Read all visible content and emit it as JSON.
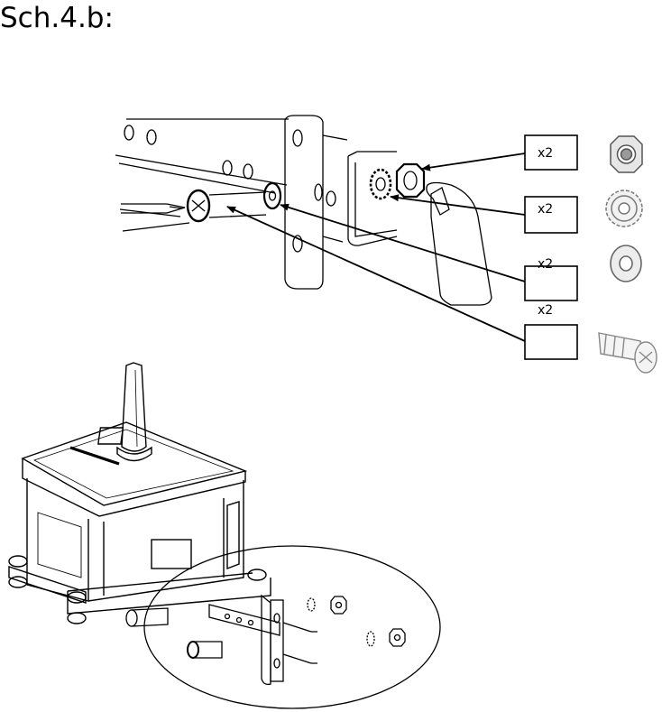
{
  "page": {
    "title": "Sch.4.b:"
  },
  "parts": [
    {
      "name": "nut-icon",
      "quantity": "x2"
    },
    {
      "name": "star-washer-icon",
      "quantity": "x2"
    },
    {
      "name": "flat-washer-icon",
      "quantity": "x2"
    },
    {
      "name": "screw-icon",
      "quantity": "x2"
    }
  ],
  "colors": {
    "line": "#000000",
    "background": "#ffffff",
    "part-gray": "#9a9a9a"
  }
}
